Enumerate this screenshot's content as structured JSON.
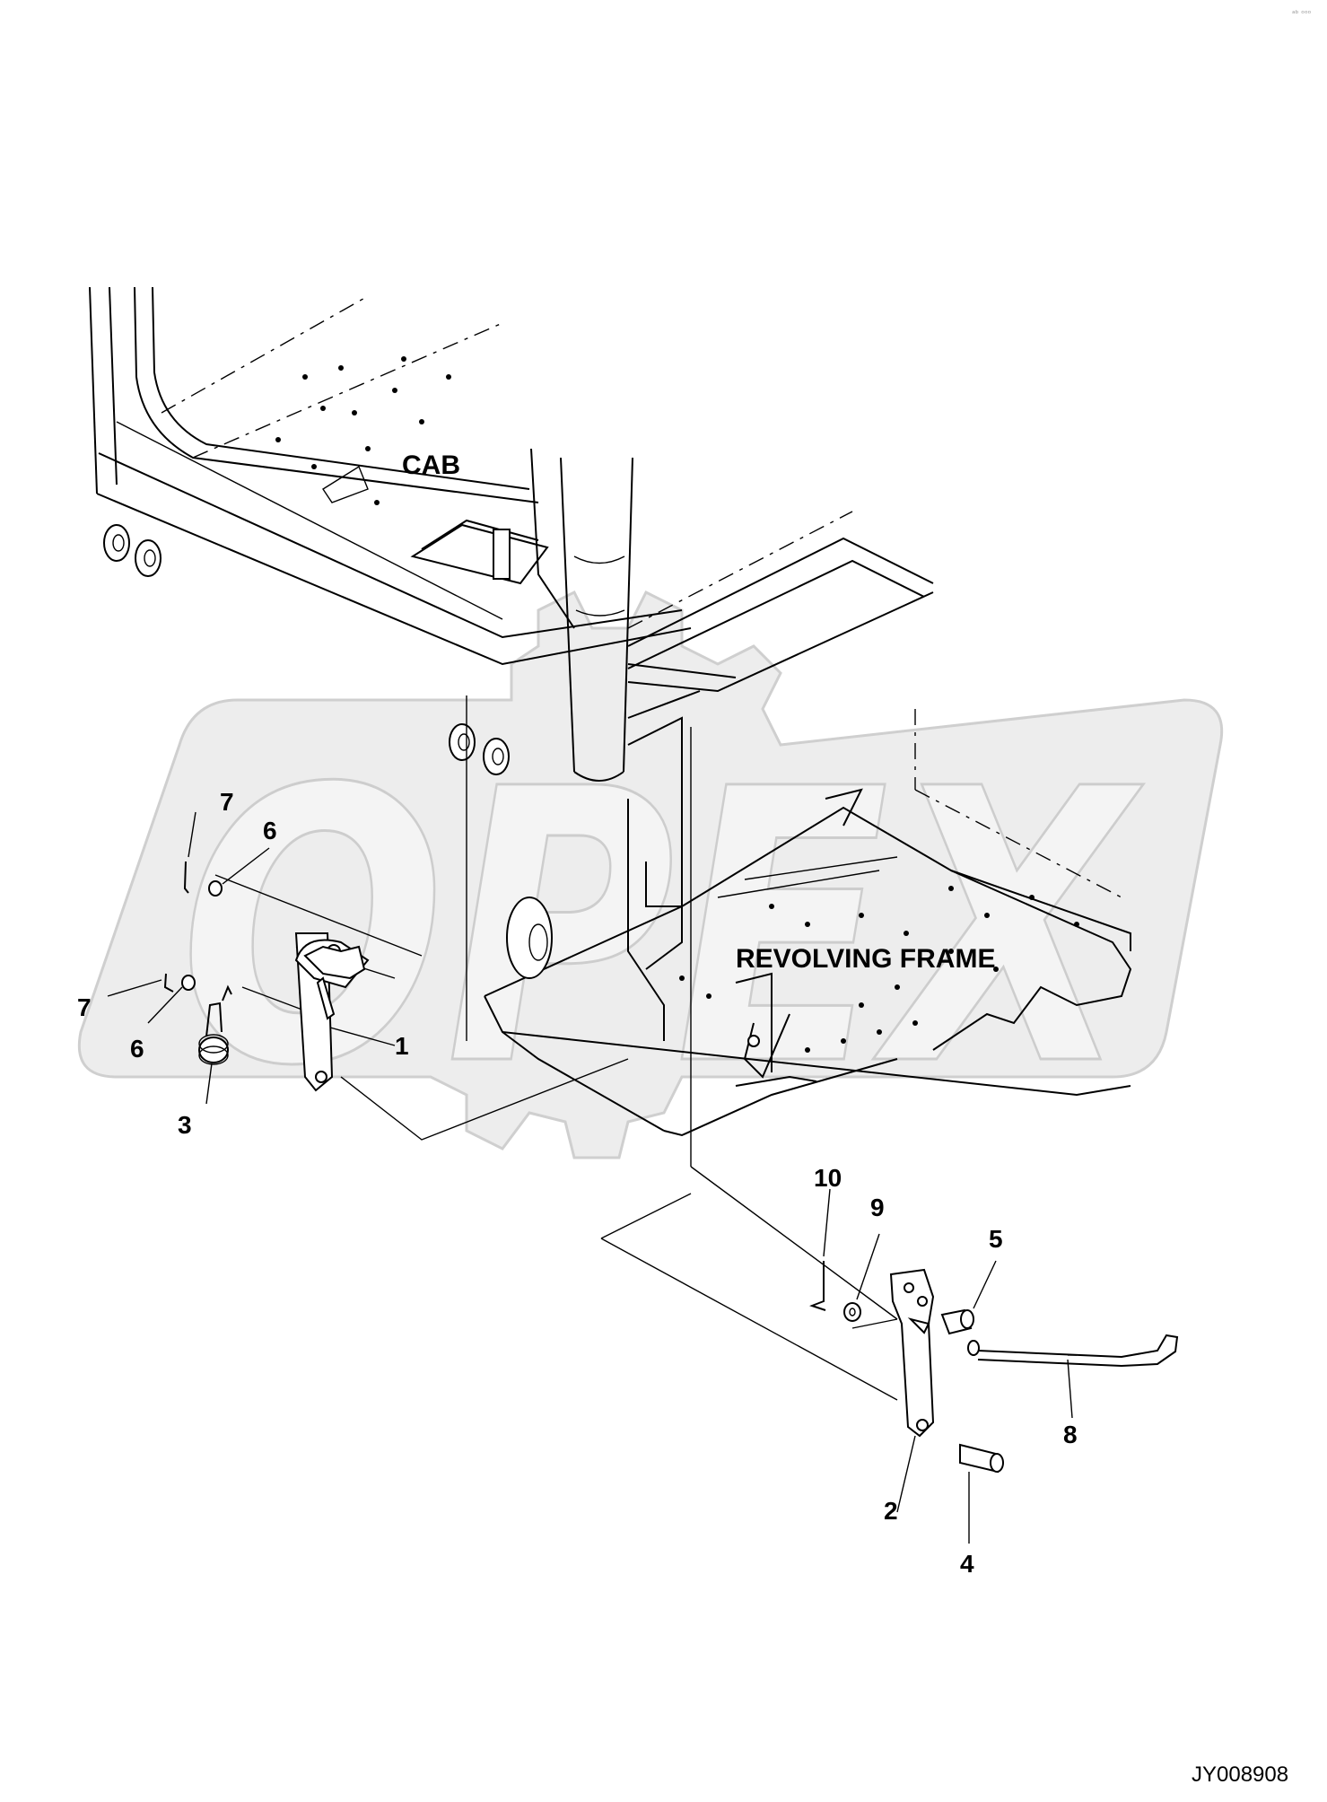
{
  "areas": {
    "cab": "CAB",
    "revolving_frame": "REVOLVING FRAME"
  },
  "callouts": {
    "c1": "1",
    "c2": "2",
    "c3": "3",
    "c4": "4",
    "c5": "5",
    "c6a": "6",
    "c6b": "6",
    "c7a": "7",
    "c7b": "7",
    "c8": "8",
    "c9": "9",
    "c10": "10"
  },
  "drawing_code": "JY008908",
  "watermark": {
    "text": "OPEX",
    "color": "#ededed"
  },
  "corner_mark": "ᵃᵇ ᵒᵒᵒ"
}
